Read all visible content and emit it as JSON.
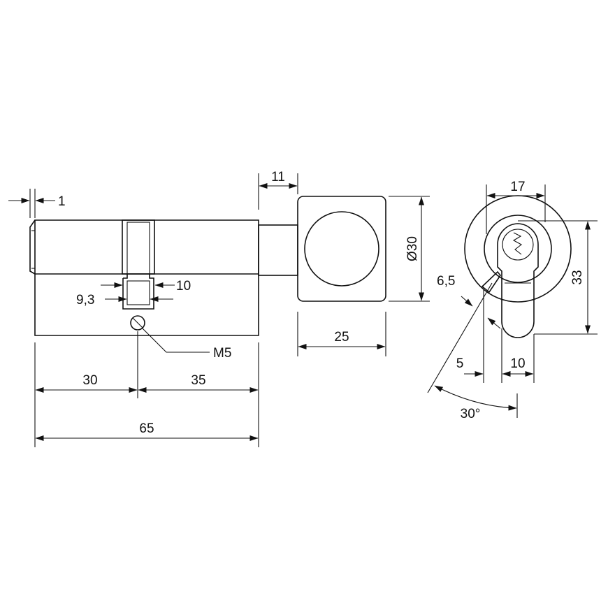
{
  "dimensions": {
    "flange_offset": "1",
    "knob_shaft": "11",
    "knob_width": "25",
    "knob_diameter": "Ø30",
    "cam_slot": "9,3",
    "cam_width": "10",
    "screw": "M5",
    "left_length": "30",
    "right_length": "35",
    "total_length": "65",
    "profile_width": "17",
    "profile_height": "33",
    "cam_thickness": "6,5",
    "cam_offset": "5",
    "bottom_width": "10",
    "cam_angle": "30°"
  }
}
